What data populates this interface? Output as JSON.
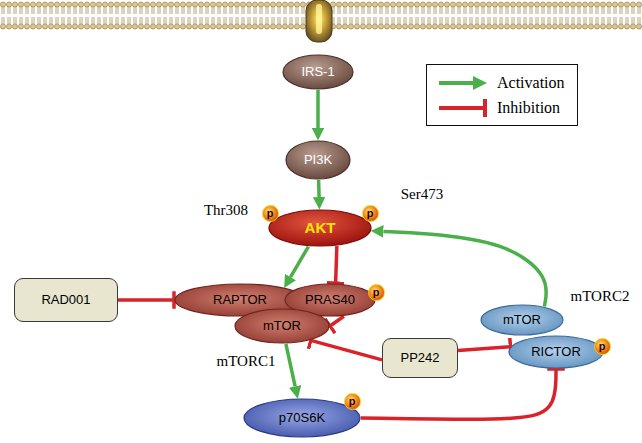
{
  "diagram": {
    "nodes": [
      {
        "text": [
          "IRS-1"
        ]
      },
      {
        "text": [
          "PI3K"
        ]
      },
      {
        "text": [
          "AKT"
        ]
      },
      {
        "text": [
          "RAD001"
        ]
      },
      {
        "text": [
          "RAPTOR"
        ]
      },
      {
        "text": [
          "PRAS40"
        ]
      },
      {
        "text": [
          "mTOR"
        ]
      },
      {
        "text": [
          "PP242"
        ]
      },
      {
        "text": [
          "mTOR"
        ]
      },
      {
        "text": [
          "RICTOR"
        ]
      },
      {
        "text": [
          "p70S6K"
        ]
      }
    ],
    "edges": [
      {
        "from": 0,
        "to": 1,
        "arrow": "to"
      },
      {
        "from": 1,
        "to": 2,
        "arrow": "to"
      },
      {
        "from": 2,
        "to": 4,
        "arrow": "to"
      },
      {
        "from": 2,
        "to": 5,
        "arrow": "to"
      },
      {
        "from": 3,
        "to": 4,
        "arrow": "to"
      },
      {
        "from": 5,
        "to": 6,
        "arrow": "to"
      },
      {
        "from": 7,
        "to": 6,
        "arrow": "to"
      },
      {
        "from": 7,
        "to": 9,
        "arrow": "to"
      },
      {
        "from": 6,
        "to": 10,
        "arrow": "to"
      },
      {
        "from": 10,
        "to": 9,
        "arrow": "to"
      },
      {
        "from": 8,
        "to": 2,
        "arrow": "to"
      }
    ],
    "labels": [
      "Thr308",
      "p",
      "Ser473",
      "p",
      "p",
      "mTORC2",
      "p",
      "mTORC1",
      "p"
    ],
    "legend": [
      {
        "text": "Activation"
      },
      {
        "text": "Inhibition"
      }
    ]
  }
}
